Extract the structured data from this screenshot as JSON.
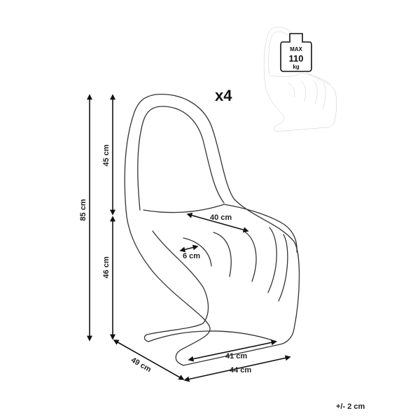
{
  "quantity": "x4",
  "weight_badge": {
    "top": "MAX",
    "value": "110",
    "unit": "kg"
  },
  "dimensions": {
    "total_height": "85 cm",
    "back_height": "45 cm",
    "seat_height": "46 cm",
    "seat_width": "40 cm",
    "thickness": "6 cm",
    "depth": "49 cm",
    "base_width": "41 cm",
    "overall_width": "44 cm"
  },
  "tolerance": "+/- 2 cm",
  "colors": {
    "outline": "#333333",
    "ghost": "#b8b8b8",
    "dimension": "#111111"
  }
}
